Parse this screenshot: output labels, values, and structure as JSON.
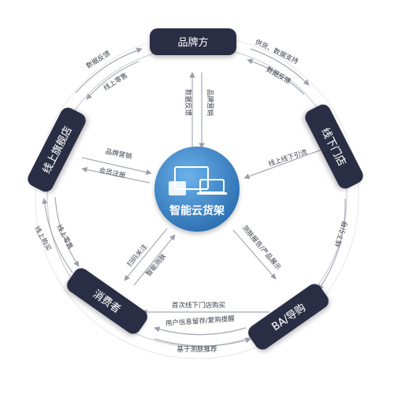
{
  "hub": {
    "label": "智能云货架"
  },
  "nodes": {
    "brand": "品牌方",
    "store": "线下门店",
    "ba": "BA/导购",
    "consumer": "消费者",
    "flagship": "线上旗舰店"
  },
  "edges": {
    "brand_store_1": "供货、数据支持",
    "brand_store_2": "数据反馈",
    "store_ba": "线下引导",
    "ba_consumer_1": "用户信息留存/复购提醒",
    "ba_consumer_2": "基于测肤推荐",
    "consumer_flagship_1": "线上零售",
    "consumer_flagship_2": "线上购买",
    "flagship_brand_1": "数据反馈",
    "flagship_brand_2": "线上零售",
    "hub_brand_1": "数据反馈",
    "hub_brand_2": "品牌营销",
    "hub_store": "线上线下引流",
    "hub_ba": "测肤报告/产品展示",
    "hub_consumer_1": "扫码关注",
    "hub_consumer_2": "智能测肤",
    "hub_flagship_1": "品牌营销",
    "hub_flagship_2": "会员注册",
    "consumer_store": "首次线下门店购买"
  },
  "colors": {
    "node": "#2b2f45",
    "hub": "#3f8ad0",
    "line": "#b7bac4",
    "text": "#3a3d4a"
  }
}
